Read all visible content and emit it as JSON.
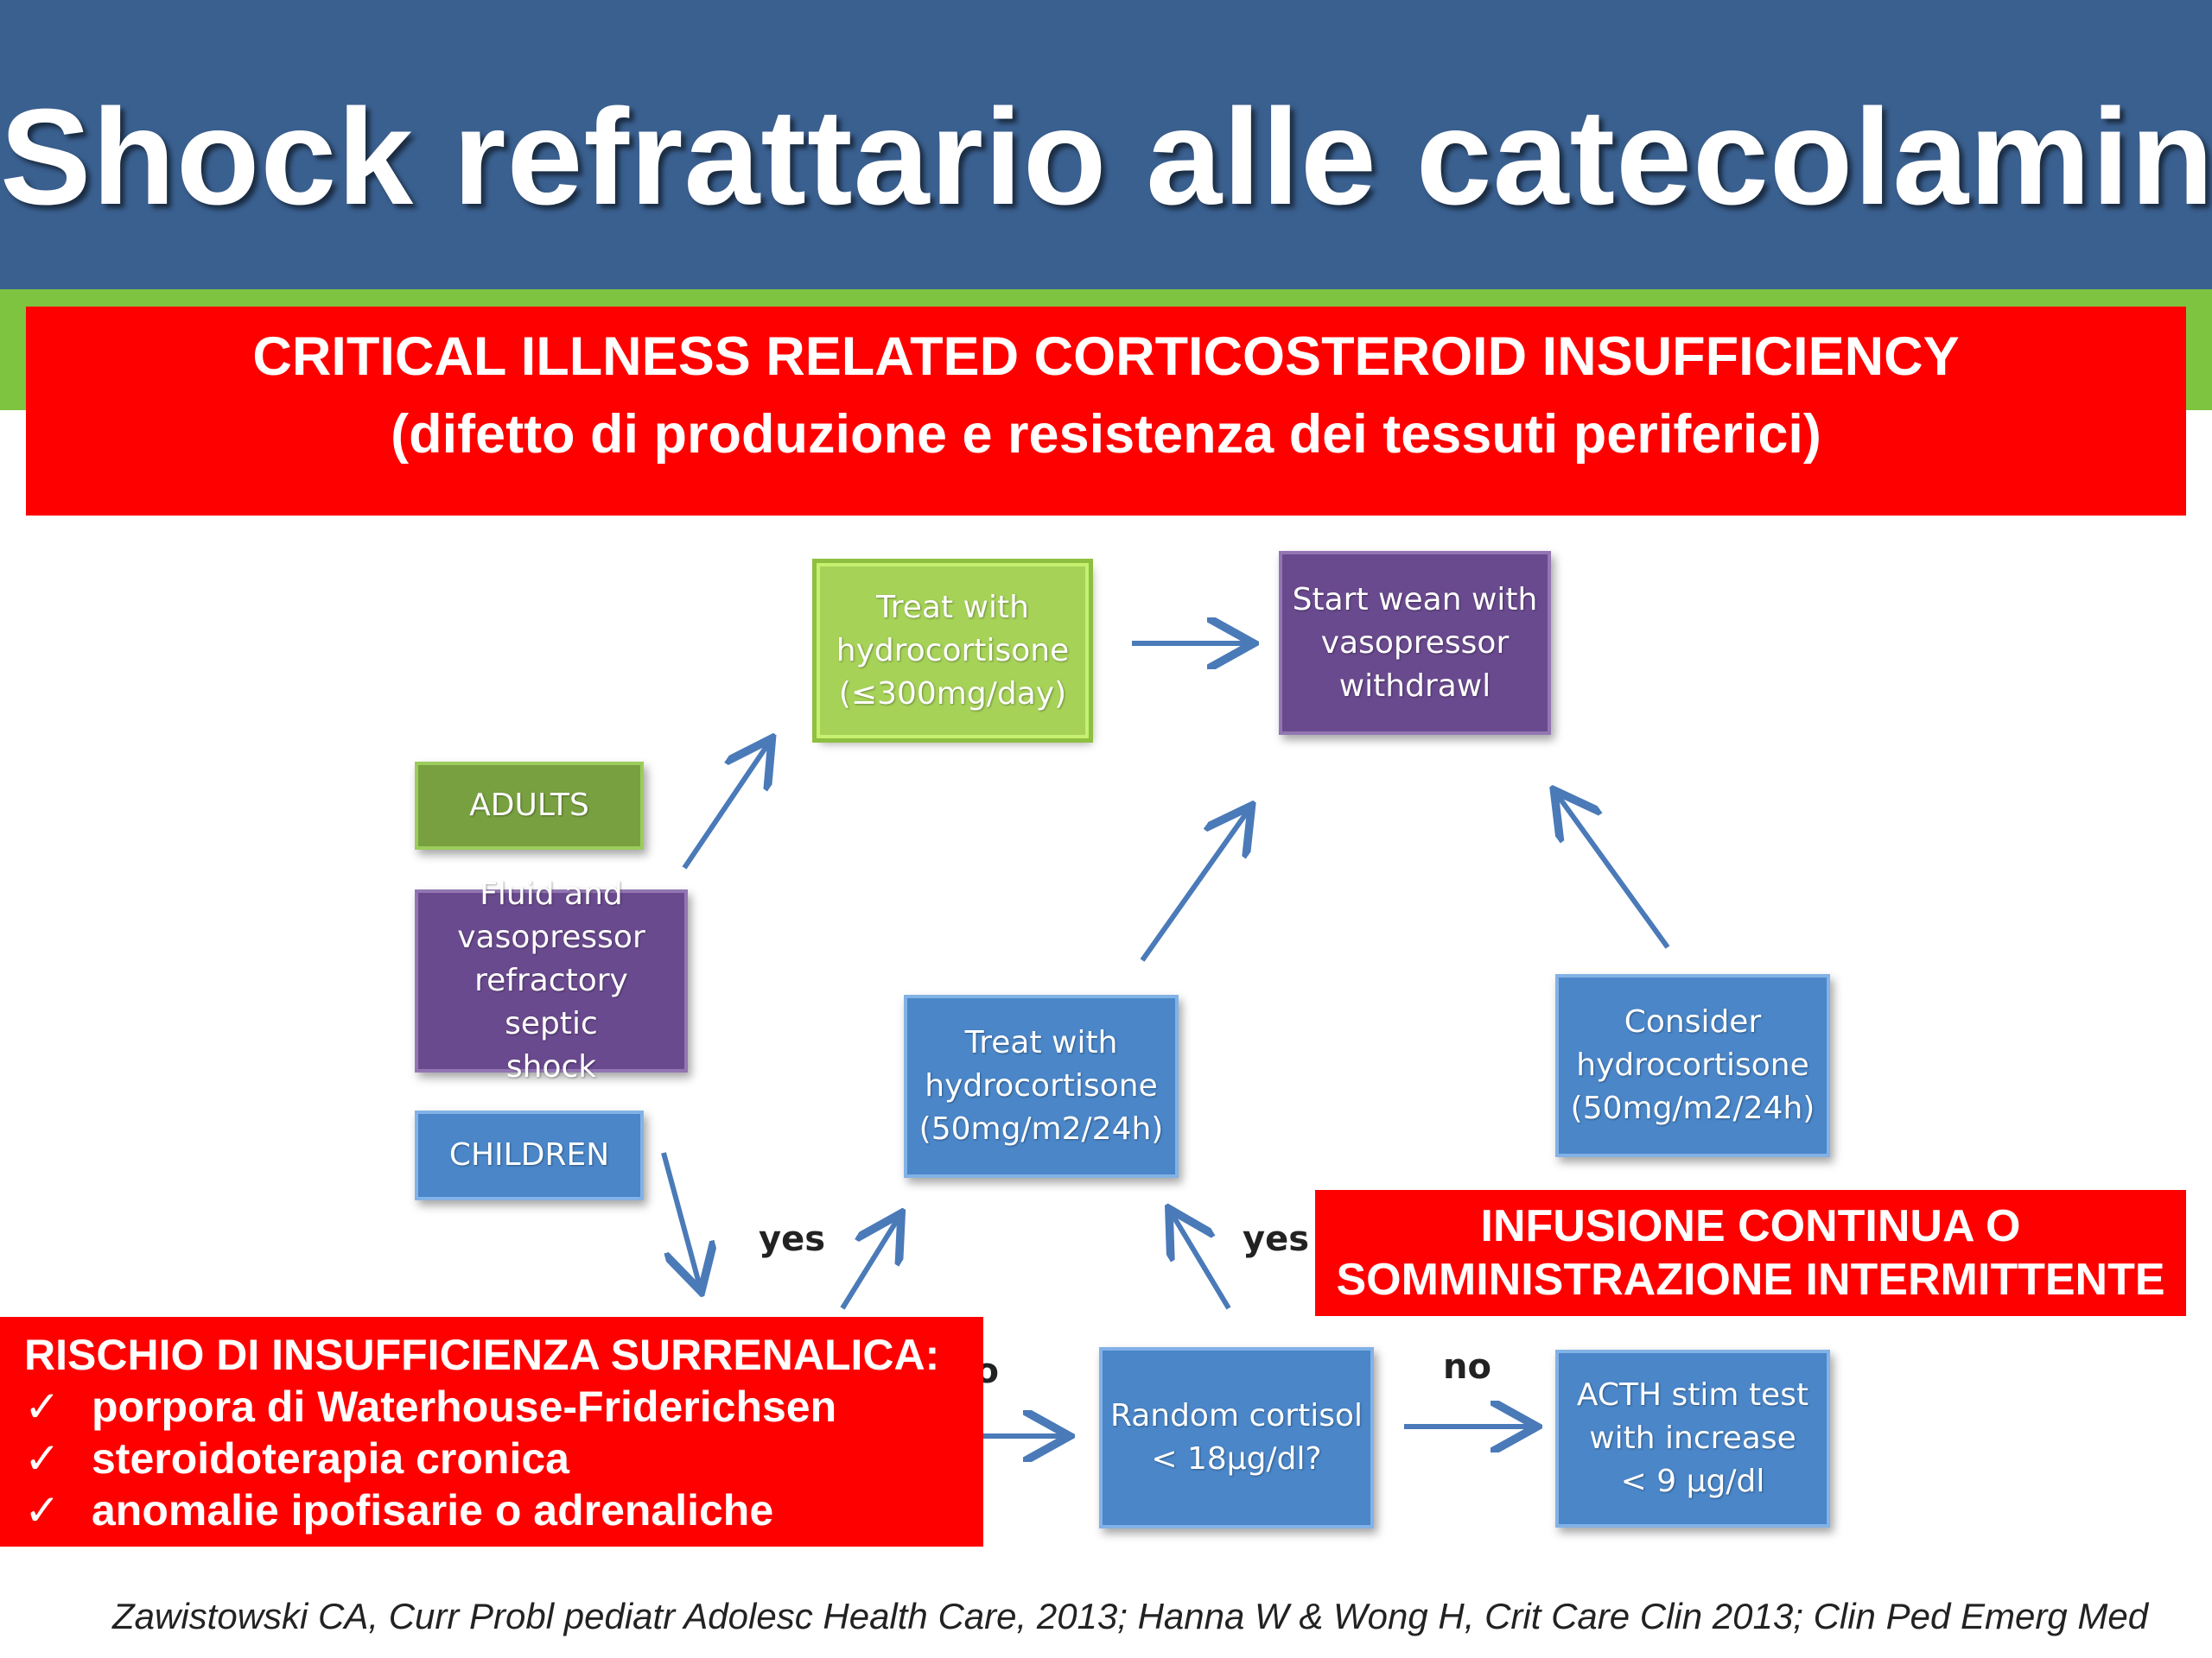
{
  "title": "Shock refrattario alle catecolamine",
  "banner": {
    "line1": "CRITICAL ILLNESS RELATED CORTICOSTEROID INSUFFICIENCY",
    "line2": "(difetto di produzione e resistenza dei tessuti periferici)"
  },
  "diagram": {
    "adults": "ADULTS",
    "shock": "Fluid and\nvasopressor\nrefractory septic\nshock",
    "children": "CHILDREN",
    "treat_adult": "Treat with\nhydrocortisone\n(≤300mg/day)",
    "wean": "Start wean with\nvasopressor\nwithdrawl",
    "treat_child": "Treat with\nhydrocortisone\n(50mg/m2/24h)",
    "consider": "Consider\nhydrocortisone\n(50mg/m2/24h)",
    "random_cortisol": "Random cortisol\n< 18µg/dl?",
    "acth": "ACTH stim test\nwith increase\n< 9 µg/dl",
    "label_yes": "yes",
    "label_no": "no",
    "colors": {
      "green_light": "#a6d258",
      "green_dark": "#78a040",
      "purple": "#6a4a8e",
      "blue": "#4a86c8",
      "arrow": "#4a7ab8"
    }
  },
  "infusion": {
    "line1": "INFUSIONE CONTINUA O",
    "line2": "SOMMINISTRAZIONE INTERMITTENTE"
  },
  "risk": {
    "heading": "RISCHIO DI INSUFFICIENZA SURRENALICA:",
    "items": [
      "porpora di Waterhouse-Friderichsen",
      "steroidoterapia cronica",
      "anomalie ipofisarie o adrenaliche"
    ]
  },
  "citation": "Zawistowski CA, Curr Probl pediatr Adolesc Health Care, 2013; Hanna W & Wong H, Crit Care Clin 2013; Clin Ped Emerg Med"
}
